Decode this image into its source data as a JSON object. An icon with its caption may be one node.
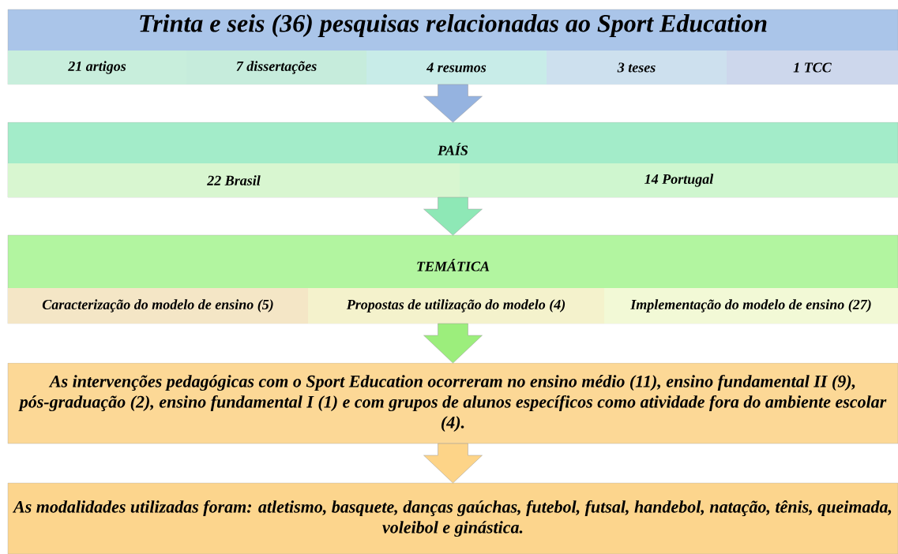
{
  "diagram": {
    "nodes": [
      {
        "text": [
          "Trinta e seis (36) pesquisas relacionadas ao Sport Education"
        ]
      },
      {
        "text": [
          "21 artigos"
        ],
        "in": 0
      },
      {
        "text": [
          "7 dissertações"
        ],
        "in": 0
      },
      {
        "text": [
          "4 resumos"
        ],
        "in": 0
      },
      {
        "text": [
          "3 teses"
        ],
        "in": 0
      },
      {
        "text": [
          "1 TCC"
        ],
        "in": 0
      },
      {
        "text": [
          "PAÍS"
        ]
      },
      {
        "text": [
          "22 Brasil"
        ],
        "in": 6
      },
      {
        "text": [
          "14 Portugal"
        ],
        "in": 6
      },
      {
        "text": [
          "TEMÁTICA"
        ]
      },
      {
        "text": [
          "Caracterização do modelo de ensino (5)"
        ],
        "in": 9
      },
      {
        "text": [
          "Propostas de utilização do modelo (4)"
        ],
        "in": 9
      },
      {
        "text": [
          "Implementação do modelo de ensino (27)"
        ],
        "in": 9
      },
      {
        "text": [
          "As intervenções pedagógicas com o Sport Education ocorreram no ensino médio (11), ensino fundamental II (9), pós-graduação (2), ensino fundamental I (1) e com grupos de alunos específicos como atividade fora do ambiente escolar (4)."
        ]
      },
      {
        "text": [
          "As modalidades utilizadas foram: atletismo, basquete, danças gaúchas, futebol, futsal, handebol, natação, tênis, queimada, voleibol e ginástica."
        ]
      }
    ],
    "edges": [
      {
        "from": 0,
        "to": 6,
        "arrow": "to",
        "color": "#95b3e0"
      },
      {
        "from": 6,
        "to": 9,
        "arrow": "to",
        "color": "#8ee8b6"
      },
      {
        "from": 9,
        "to": 13,
        "arrow": "to",
        "color": "#9cee7c"
      },
      {
        "from": 13,
        "to": 14,
        "arrow": "to",
        "color": "#fdd488"
      }
    ]
  }
}
